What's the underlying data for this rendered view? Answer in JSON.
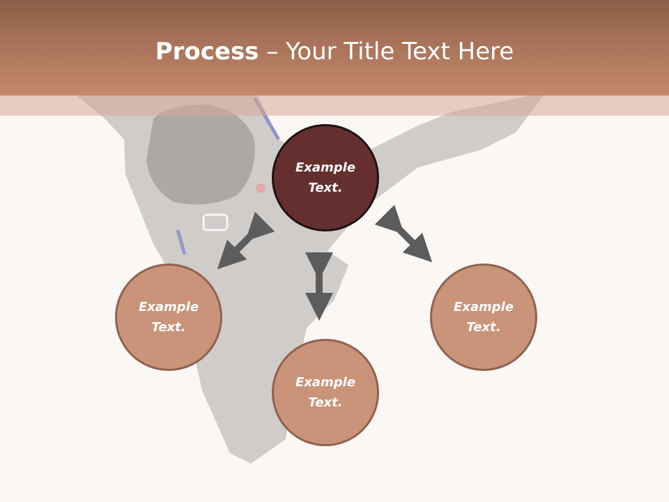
{
  "slide": {
    "title_bold": "Process",
    "title_rest": " – Your Title Text Here"
  },
  "colors": {
    "header_top": "#8b5e47",
    "header_bottom": "#c4896a",
    "primary_node": "#652f30",
    "secondary_node": "#c9947a",
    "arrow": "#5c5c5c",
    "background": "#fbf7f5"
  },
  "nodes": {
    "top": {
      "line1": "Example",
      "line2": "Text."
    },
    "left": {
      "line1": "Example",
      "line2": "Text."
    },
    "right": {
      "line1": "Example",
      "line2": "Text."
    },
    "bottom": {
      "line1": "Example",
      "line2": "Text."
    }
  },
  "icons": {
    "arrows": [
      "double-arrow-icon",
      "double-arrow-icon",
      "double-arrow-icon"
    ],
    "background": "person-silhouette-icon"
  }
}
